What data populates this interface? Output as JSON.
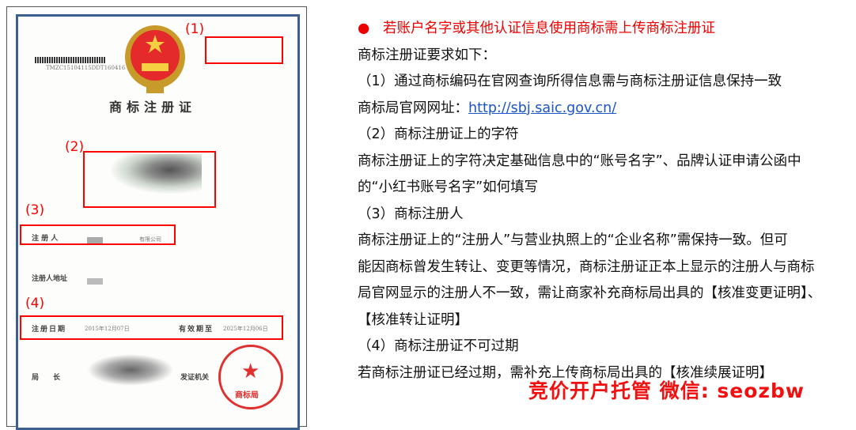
{
  "certificate": {
    "title": "商标注册证",
    "barcode_text": "TMZC15104115DDT160416",
    "registrant_label": "注 册 人",
    "registrant_value": "有限公司",
    "address_label": "注册人地址",
    "reg_date_label": "注册日期",
    "reg_date_value": "2015年12月07日",
    "valid_until_label": "有效期至",
    "valid_until_value": "2025年12月06日",
    "director_label": "局　　长",
    "issuer_label": "发证机关",
    "seal_text": "商标局",
    "markers": [
      "(1)",
      "(2)",
      "(3)",
      "(4)"
    ]
  },
  "content": {
    "bullet": "●",
    "heading": "若账户名字或其他认证信息使用商标需上传商标注册证",
    "lines": [
      "商标注册证要求如下：",
      "（1）通过商标编码在官网查询所得信息需与商标注册证信息保持一致",
      "商标局官网网址：",
      "（2）商标注册证上的字符",
      "商标注册证上的字符决定基础信息中的“账号名字”、品牌认证申请公函中",
      "的“小红书账号名字”如何填写",
      "（3）商标注册人",
      "商标注册证上的“注册人”与营业执照上的“企业名称”需保持一致。但可",
      "能因商标曾发生转让、变更等情况，商标注册证正本上显示的注册人与商标",
      "局官网显示的注册人不一致，需让商家补充商标局出具的【核准变更证明】、",
      "【核准转让证明】",
      "（4）商标注册证不可过期",
      "若商标注册证已经过期，需补充上传商标局出具的【核准续展证明】"
    ],
    "link": "http://sbj.saic.gov.cn/"
  },
  "watermark": "竞价开户托管 微信: seozbw"
}
